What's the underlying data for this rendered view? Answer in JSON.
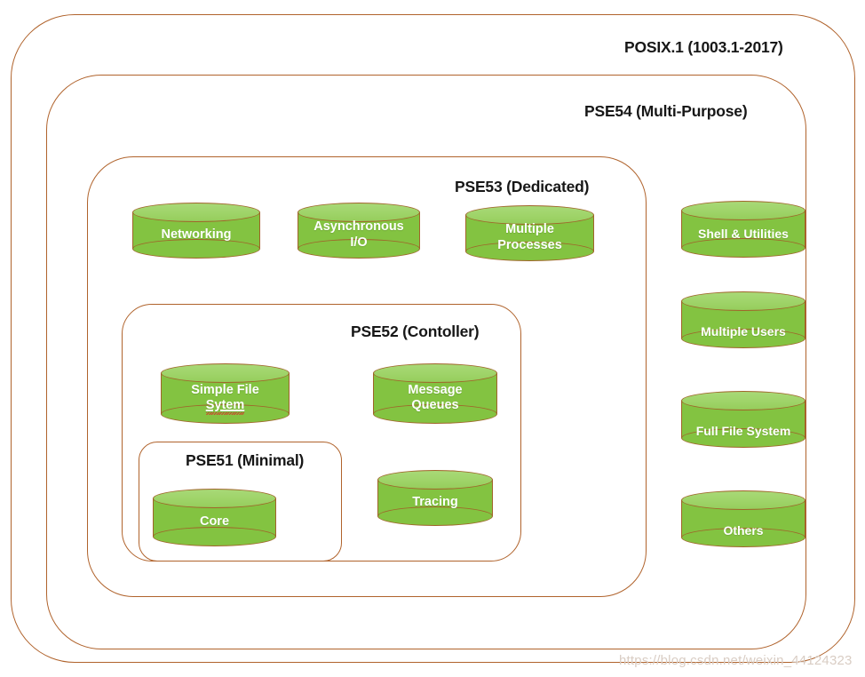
{
  "diagram": {
    "title": "POSIX.1 (1003.1-2017) profile containment diagram",
    "colors": {
      "box_border": "#b0632c",
      "cylinder_body": "#83c341",
      "cylinder_top": "#a8d977",
      "cylinder_outline": "#a0642a",
      "label_text": "#171717",
      "cylinder_text": "#ffffff",
      "watermark": "#d9cdc4"
    },
    "boxes": [
      {
        "id": "posix1",
        "label": "POSIX.1 (1003.1-2017)"
      },
      {
        "id": "pse54",
        "label": "PSE54 (Multi-Purpose)"
      },
      {
        "id": "pse53",
        "label": "PSE53 (Dedicated)"
      },
      {
        "id": "pse52",
        "label": "PSE52 (Contoller)"
      },
      {
        "id": "pse51",
        "label": "PSE51 (Minimal)"
      }
    ],
    "cylinders": [
      {
        "id": "networking",
        "label": "Networking"
      },
      {
        "id": "async-io",
        "label": "Asynchronous\nI/O"
      },
      {
        "id": "multiple-processes",
        "label": "Multiple\nProcesses"
      },
      {
        "id": "simple-file-sytem",
        "label": "Simple File\nSytem",
        "misspelled_word": "Sytem"
      },
      {
        "id": "message-queues",
        "label": "Message\nQueues"
      },
      {
        "id": "tracing",
        "label": "Tracing"
      },
      {
        "id": "core",
        "label": "Core"
      },
      {
        "id": "shell-utilities",
        "label": "Shell & Utilities"
      },
      {
        "id": "multiple-users",
        "label": "Multiple Users"
      },
      {
        "id": "full-file-system",
        "label": "Full File System"
      },
      {
        "id": "others",
        "label": "Others"
      }
    ],
    "watermark": "https://blog.csdn.net/weixin_44124323"
  }
}
